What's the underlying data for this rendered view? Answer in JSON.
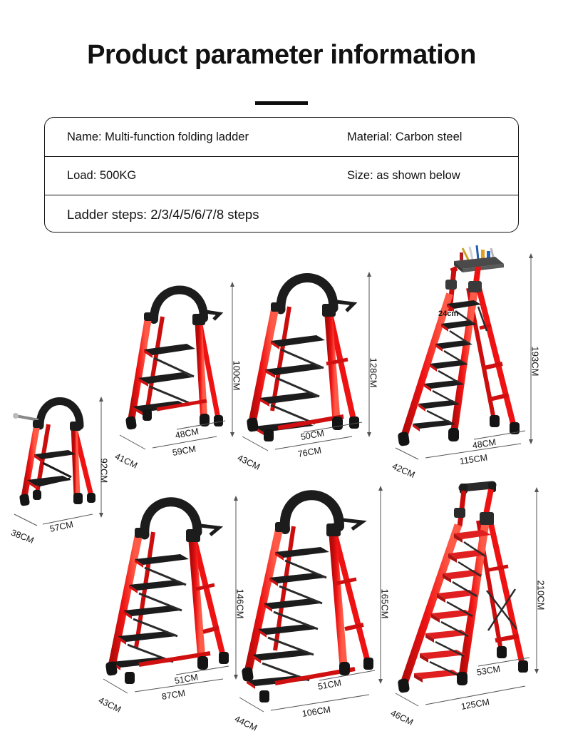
{
  "header": {
    "title": "Product parameter information"
  },
  "spec_table": {
    "rows": [
      {
        "left": "Name: Multi-function folding ladder",
        "right": "Material: Carbon steel"
      },
      {
        "left": "Load: 500KG",
        "right": "Size: as shown below"
      },
      {
        "left": "Ladder steps: 2/3/4/5/6/7/8 steps",
        "right": ""
      }
    ]
  },
  "colors": {
    "frame_red": "#ee1212",
    "frame_red_dark": "#b30a0a",
    "frame_red_light": "#ff5a47",
    "tread_black": "#1a1a1a",
    "tread_red": "#e02020",
    "cap_black": "#141414",
    "handle_black": "#1c1c1c",
    "tray_gray": "#4a4a4a",
    "dim_line": "#555555",
    "text": "#111111",
    "background": "#ffffff"
  },
  "ladders": [
    {
      "id": "ladder-2-step",
      "steps": 2,
      "height": "92CM",
      "depth_front": "38CM",
      "depth_side": "",
      "base_width": "57CM",
      "handle": "curved",
      "tread_color": "black",
      "tray": false,
      "step_gap_label": ""
    },
    {
      "id": "ladder-3-step",
      "steps": 3,
      "height": "100CM",
      "depth_front": "41CM",
      "depth_side": "48CM",
      "base_width": "59CM",
      "handle": "curved",
      "tread_color": "black",
      "tray": false,
      "step_gap_label": ""
    },
    {
      "id": "ladder-4-step",
      "steps": 4,
      "height": "128CM",
      "depth_front": "43CM",
      "depth_side": "50CM",
      "base_width": "76CM",
      "handle": "curved",
      "tread_color": "black",
      "tray": false,
      "step_gap_label": ""
    },
    {
      "id": "ladder-7-step",
      "steps": 7,
      "height": "193CM",
      "depth_front": "42CM",
      "depth_side": "48CM",
      "base_width": "115CM",
      "handle": "tray-rail",
      "tread_color": "black",
      "tray": true,
      "step_gap_label": "24cm"
    },
    {
      "id": "ladder-5-step",
      "steps": 5,
      "height": "146CM",
      "depth_front": "43CM",
      "depth_side": "51CM",
      "base_width": "87CM",
      "handle": "curved",
      "tread_color": "black",
      "tray": false,
      "step_gap_label": ""
    },
    {
      "id": "ladder-6-step",
      "steps": 6,
      "height": "165CM",
      "depth_front": "44CM",
      "depth_side": "51CM",
      "base_width": "106CM",
      "handle": "curved",
      "tread_color": "black",
      "tray": false,
      "step_gap_label": ""
    },
    {
      "id": "ladder-8-step",
      "steps": 8,
      "height": "210CM",
      "depth_front": "46CM",
      "depth_side": "53CM",
      "base_width": "125CM",
      "handle": "straight-bar",
      "tread_color": "red",
      "tray": false,
      "step_gap_label": ""
    }
  ]
}
